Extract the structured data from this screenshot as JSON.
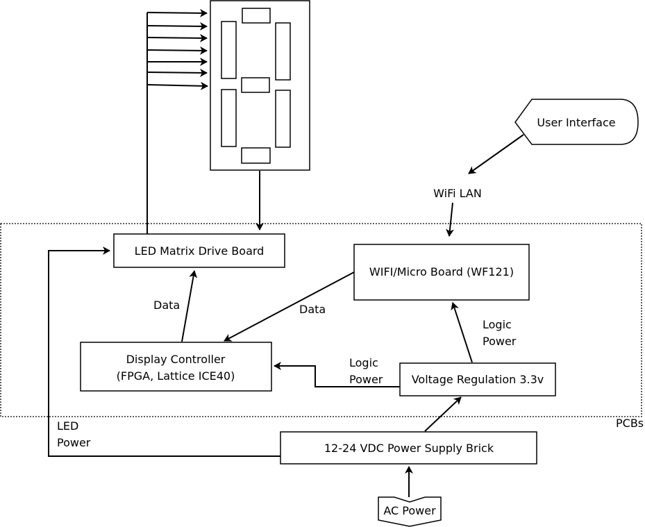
{
  "diagram": {
    "boxes": {
      "led_matrix_drive_board": "LED Matrix Drive Board",
      "wifi_micro_board": "WIFI/Micro Board (WF121)",
      "display_controller_line1": "Display Controller",
      "display_controller_line2": "(FPGA, Lattice ICE40)",
      "voltage_regulation": "Voltage Regulation 3.3v",
      "power_supply_brick": "12-24 VDC Power Supply Brick",
      "ac_power": "AC Power",
      "user_interface": "User Interface"
    },
    "labels": {
      "wifi_lan": "WiFi LAN",
      "data_left": "Data",
      "data_right": "Data",
      "logic_power_upper_1": "Logic",
      "logic_power_upper_2": "Power",
      "logic_power_lower_1": "Logic",
      "logic_power_lower_2": "Power",
      "led_power_1": "LED",
      "led_power_2": "Power",
      "pcbs": "PCBs"
    }
  }
}
